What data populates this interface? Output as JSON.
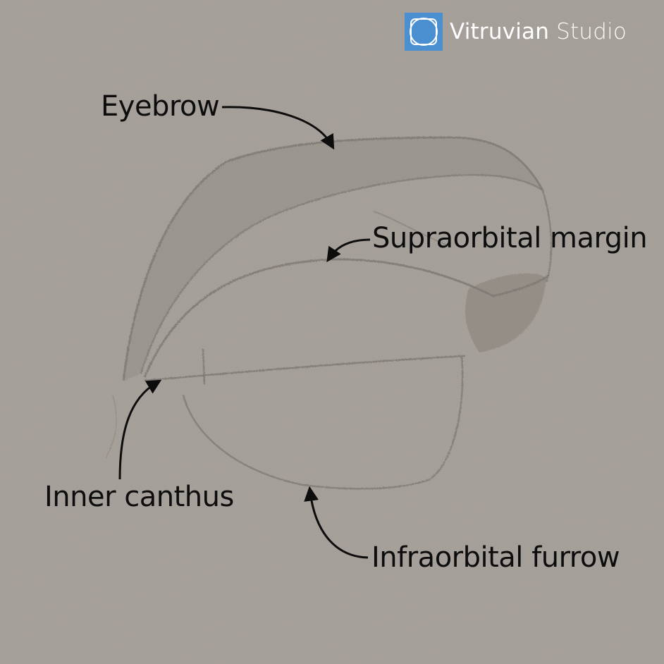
{
  "brand": {
    "name_part1": "Vitruvian",
    "name_part2": "Studio",
    "logo_color": "#4a90d0"
  },
  "labels": {
    "eyebrow": "Eyebrow",
    "supraorbital": "Supraorbital margin",
    "inner_canthus": "Inner canthus",
    "infraorbital": "Infraorbital furrow"
  },
  "colors": {
    "paper": "#a49e98",
    "pencil": "#7d7873",
    "ink": "#0d0d0d"
  }
}
